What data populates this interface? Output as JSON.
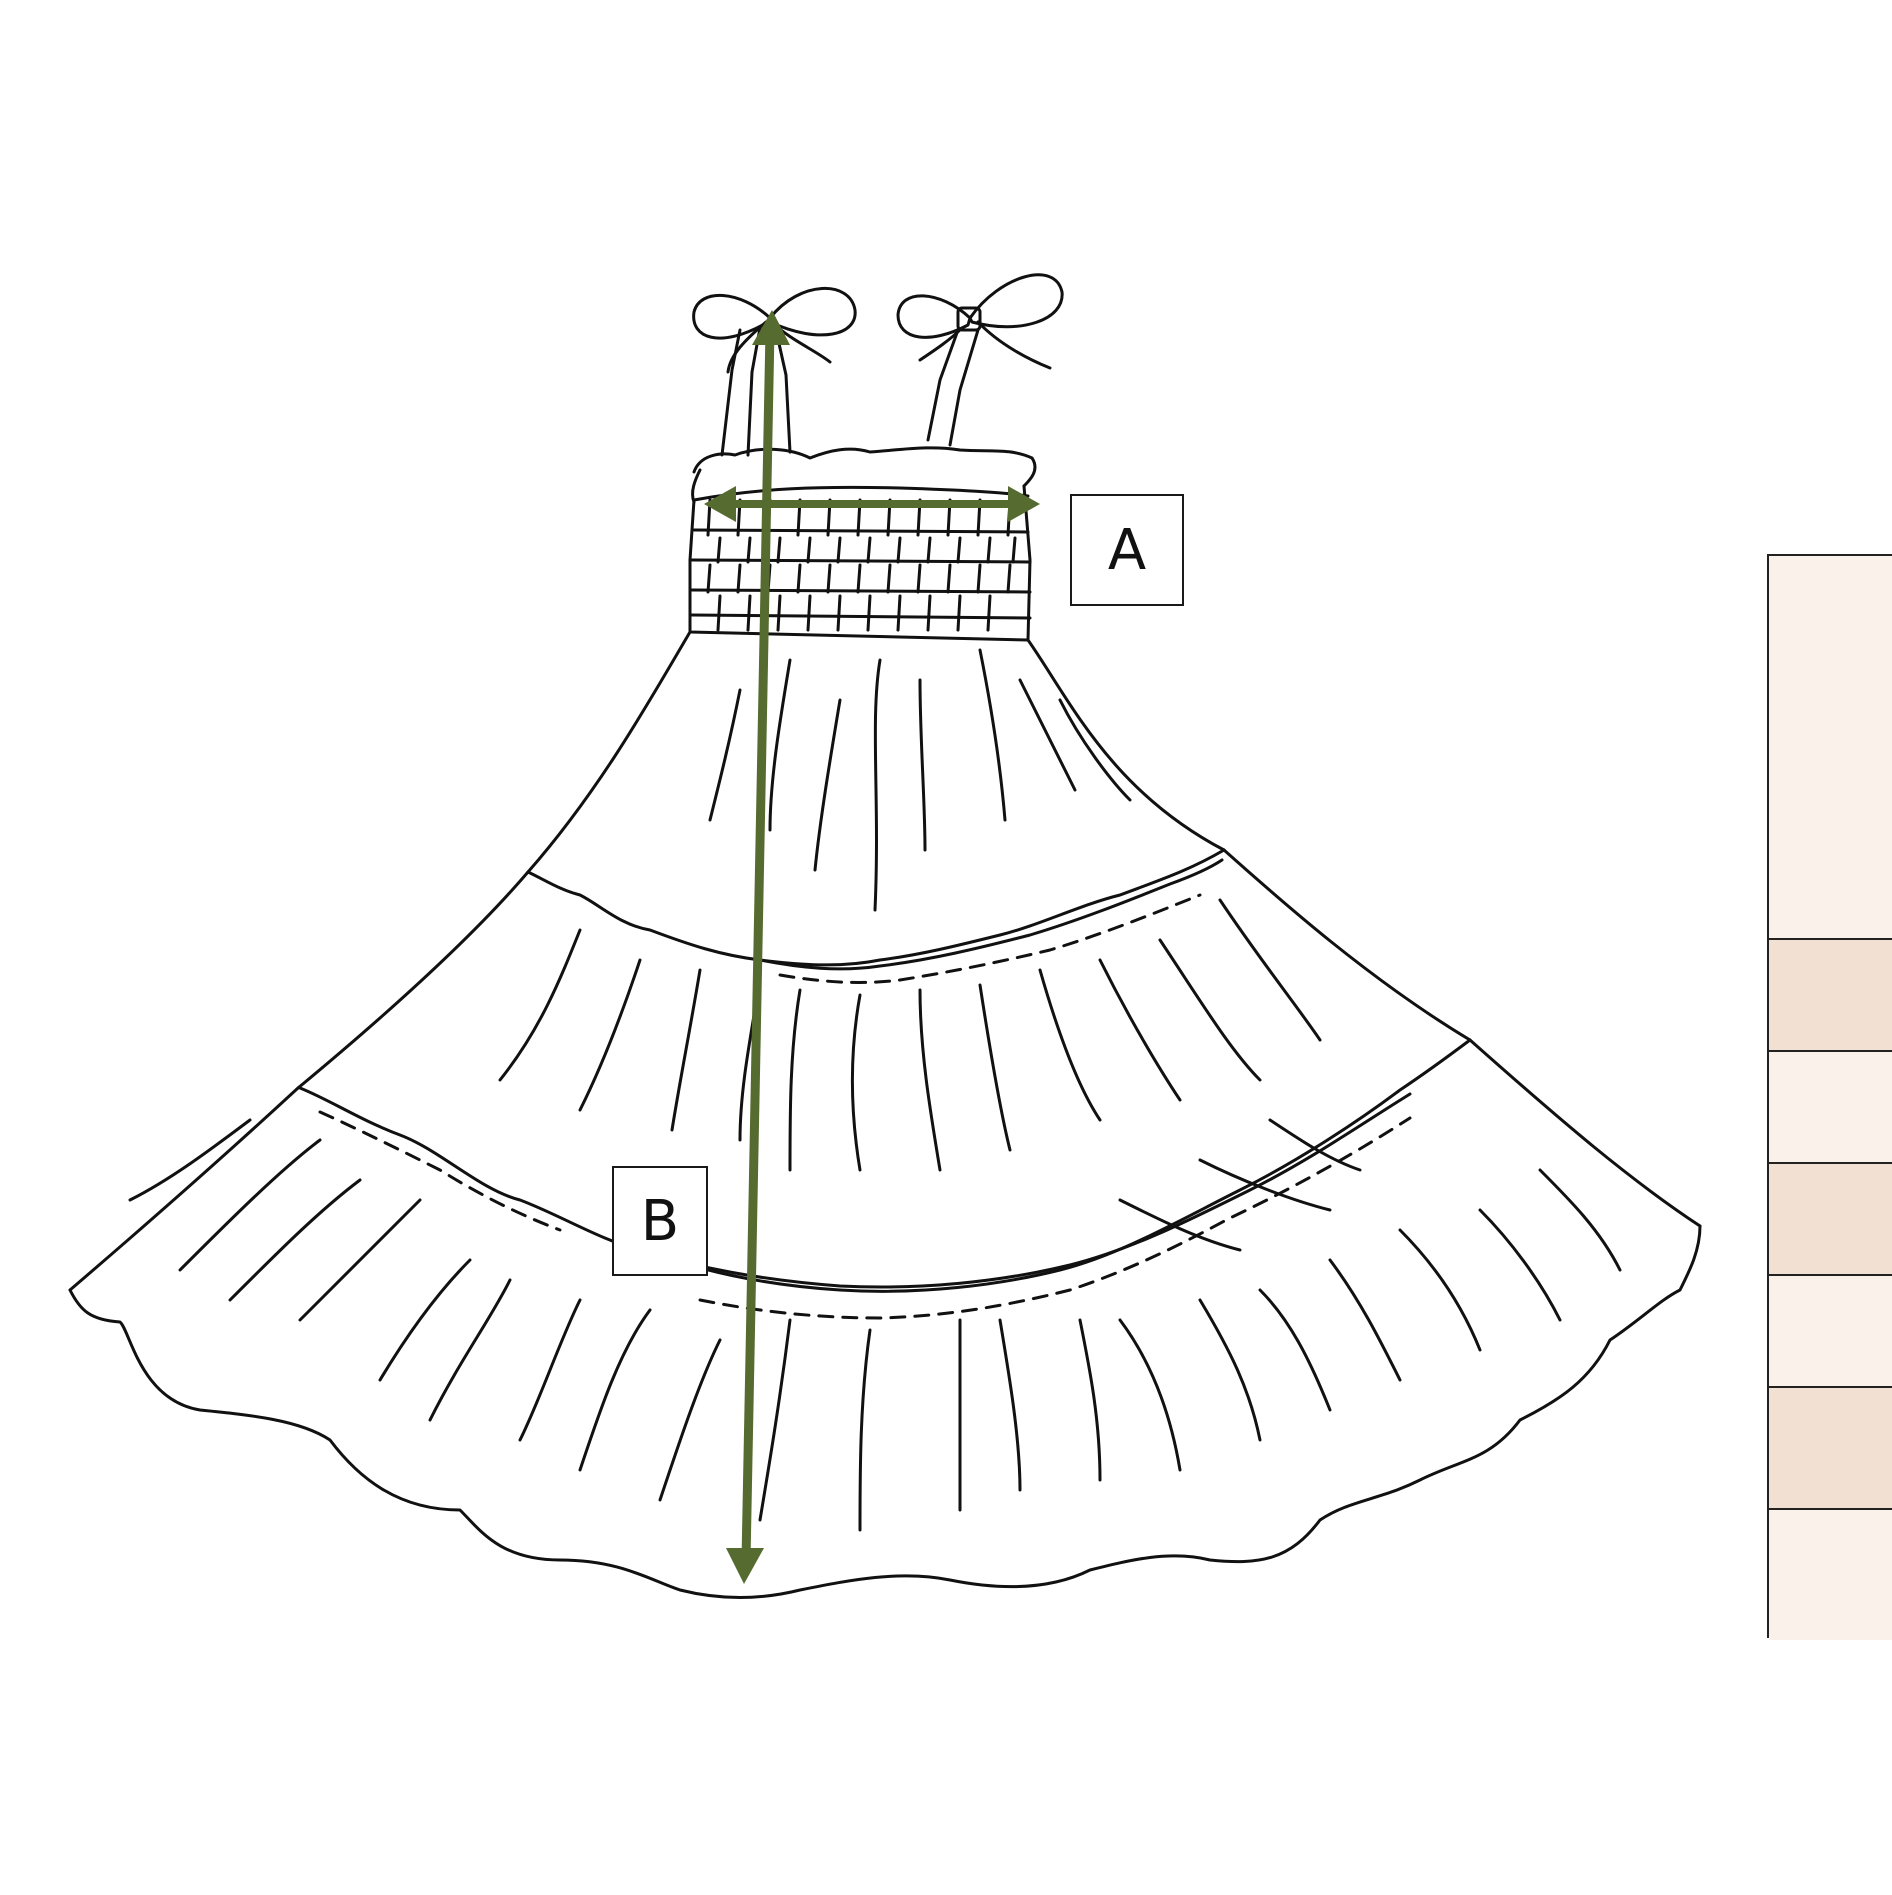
{
  "diagram": {
    "labels": {
      "a": "A",
      "b": "B"
    },
    "colors": {
      "measure_arrow": "#556b2f",
      "outline": "#111111",
      "table_light": "#faf1ea",
      "table_dark": "#f2e0d2",
      "table_border": "#222222"
    },
    "size_table_rows": [
      "light",
      "dark",
      "light",
      "dark",
      "light",
      "dark",
      "light"
    ]
  }
}
